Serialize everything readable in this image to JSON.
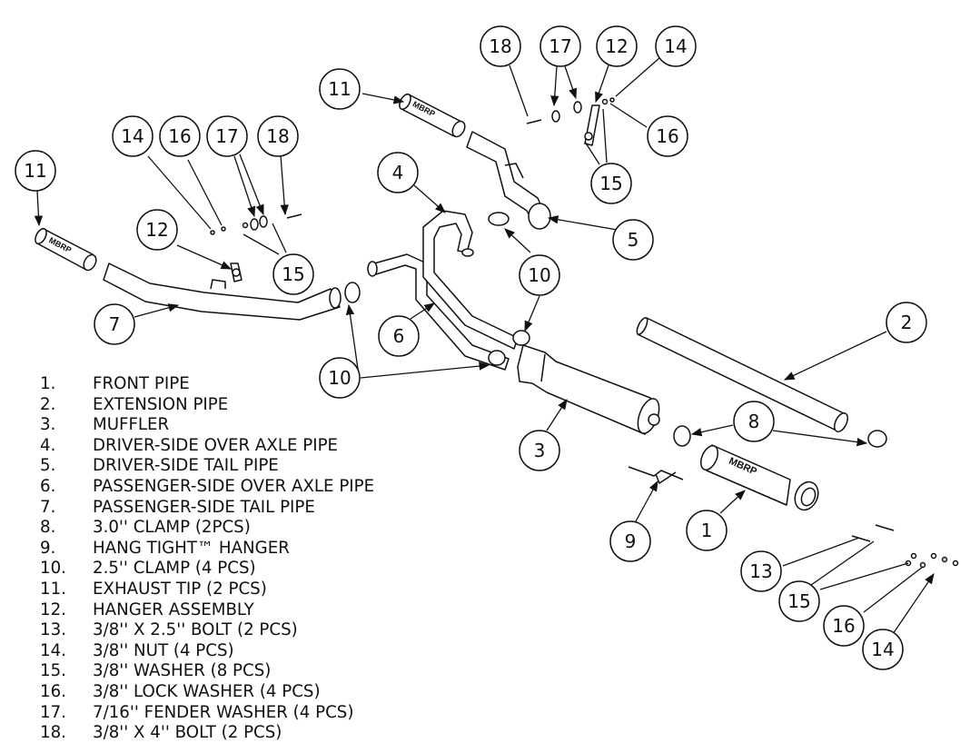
{
  "callouts": {
    "c11a": "11",
    "c11b": "11",
    "c18a": "18",
    "c17a": "17",
    "c12a": "12",
    "c14a": "14",
    "c16a": "16",
    "c15a": "15",
    "c14b": "14",
    "c16b": "16",
    "c17b": "17",
    "c18b": "18",
    "c12b": "12",
    "c15b": "15",
    "c4": "4",
    "c5": "5",
    "c10a": "10",
    "c7": "7",
    "c6": "6",
    "c2": "2",
    "c10b": "10",
    "c3": "3",
    "c8": "8",
    "c9": "9",
    "c1": "1",
    "c13": "13",
    "c15c": "15",
    "c16c": "16",
    "c14c": "14"
  },
  "tip_brand_text": "MBRP",
  "legend": [
    {
      "num": "1.",
      "text": "FRONT PIPE"
    },
    {
      "num": "2.",
      "text": "EXTENSION PIPE"
    },
    {
      "num": "3.",
      "text": "MUFFLER"
    },
    {
      "num": "4.",
      "text": "DRIVER-SIDE OVER AXLE PIPE"
    },
    {
      "num": "5.",
      "text": "DRIVER-SIDE TAIL PIPE"
    },
    {
      "num": "6.",
      "text": "PASSENGER-SIDE OVER AXLE PIPE"
    },
    {
      "num": "7.",
      "text": "PASSENGER-SIDE TAIL PIPE"
    },
    {
      "num": "8.",
      "text": "3.0'' CLAMP (2PCS)"
    },
    {
      "num": "9.",
      "text": "HANG TIGHT™ HANGER"
    },
    {
      "num": "10.",
      "text": "2.5'' CLAMP (4 PCS)"
    },
    {
      "num": "11.",
      "text": "EXHAUST TIP (2 PCS)"
    },
    {
      "num": "12.",
      "text": "HANGER ASSEMBLY"
    },
    {
      "num": "13.",
      "text": "3/8'' X 2.5'' BOLT (2 PCS)"
    },
    {
      "num": "14.",
      "text": "3/8'' NUT (4 PCS)"
    },
    {
      "num": "15.",
      "text": "3/8'' WASHER (8 PCS)"
    },
    {
      "num": "16.",
      "text": "3/8'' LOCK WASHER (4 PCS)"
    },
    {
      "num": "17.",
      "text": "7/16'' FENDER WASHER (4 PCS)"
    },
    {
      "num": "18.",
      "text": "3/8'' X 4'' BOLT (2 PCS)"
    }
  ]
}
